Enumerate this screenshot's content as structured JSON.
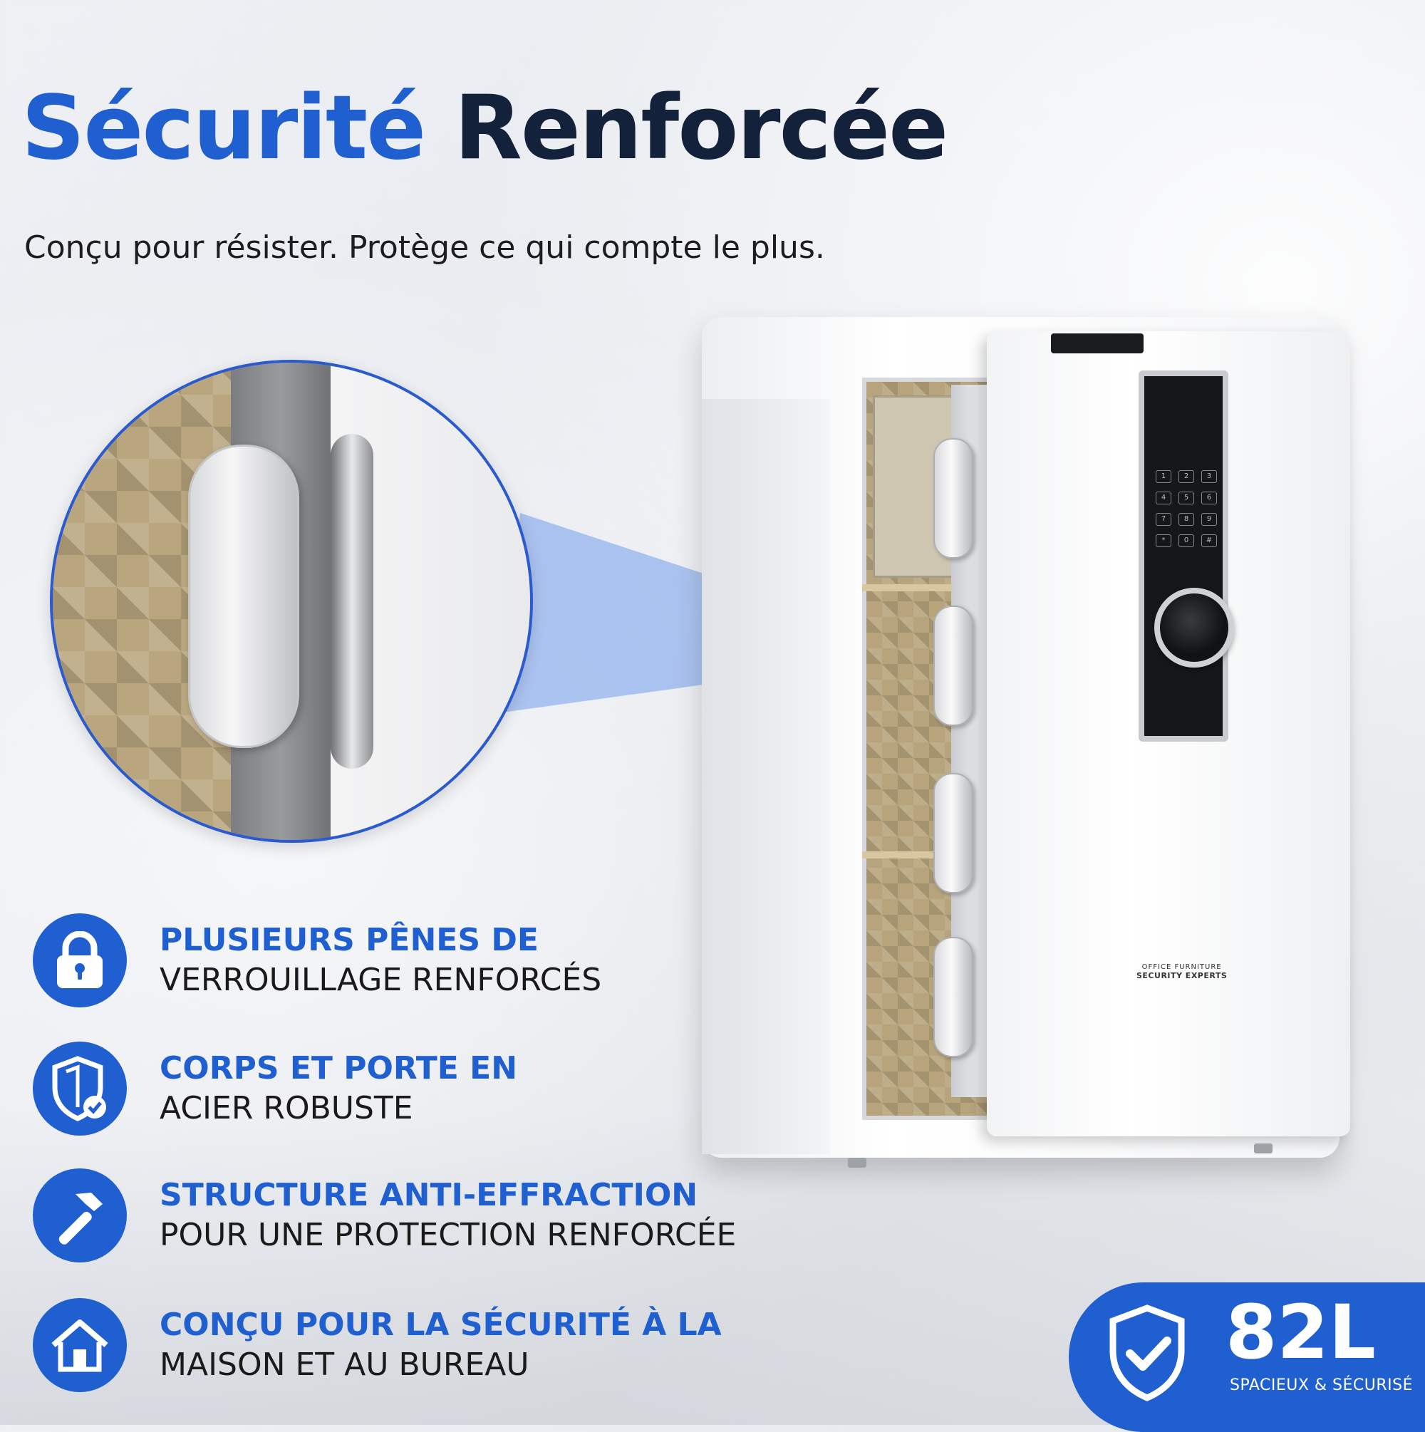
{
  "headline": {
    "part1": "Sécurité",
    "part2": "Renforcée"
  },
  "subtitle": "Conçu pour résister. Protège ce qui compte le plus.",
  "features": [
    {
      "icon": "padlock-icon",
      "title": "PLUSIEURS PÊNES DE",
      "subtitle": "VERROUILLAGE RENFORCÉS"
    },
    {
      "icon": "shield-check-icon",
      "title": "CORPS ET PORTE EN",
      "subtitle": "ACIER ROBUSTE"
    },
    {
      "icon": "hammer-icon",
      "title": "STRUCTURE ANTI-EFFRACTION",
      "subtitle": "POUR UNE PROTECTION RENFORCÉE"
    },
    {
      "icon": "house-icon",
      "title": "CONÇU POUR LA SÉCURITÉ À LA",
      "subtitle": "MAISON ET AU BUREAU"
    }
  ],
  "safe_brand": {
    "line1": "OFFICE FURNITURE",
    "line2": "SECURITY EXPERTS"
  },
  "keypad_keys": [
    "1",
    "2",
    "3",
    "4",
    "5",
    "6",
    "7",
    "8",
    "9",
    "*",
    "0",
    "#"
  ],
  "badge": {
    "value": "82L",
    "caption": "SPACIEUX & SÉCURISÉ",
    "icon": "shield-check-icon"
  },
  "colors": {
    "accent": "#1f5fcf",
    "dark_text": "#14213a"
  }
}
